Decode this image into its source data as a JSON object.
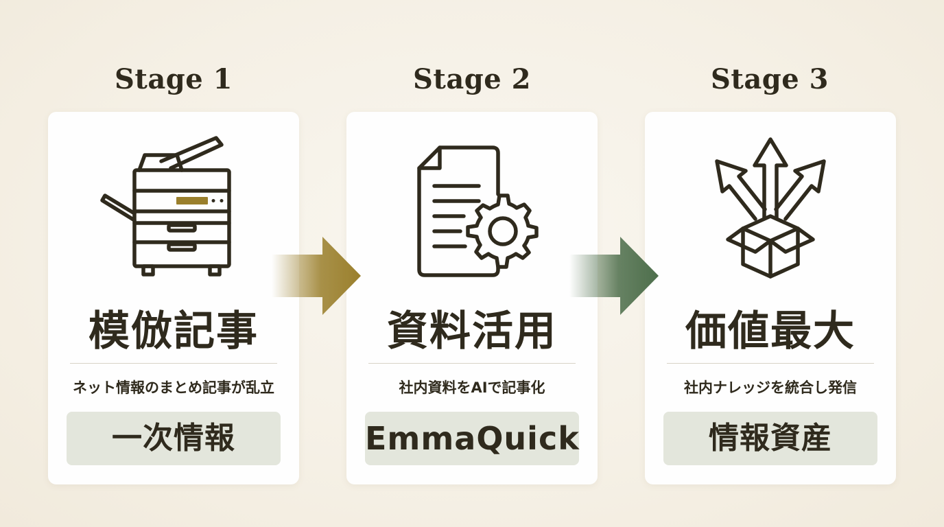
{
  "stages": [
    {
      "label": "Stage 1",
      "icon": "copier-icon",
      "heading": "模倣記事",
      "description": "ネット情報のまとめ記事が乱立",
      "badge": "一次情報"
    },
    {
      "label": "Stage 2",
      "icon": "document-gear-icon",
      "heading": "資料活用",
      "description": "社内資料をAIで記事化",
      "badge": "EmmaQuick"
    },
    {
      "label": "Stage 3",
      "icon": "box-arrows-icon",
      "heading": "価値最大",
      "description": "社内ナレッジを統合し発信",
      "badge": "情報資産"
    }
  ],
  "colors": {
    "ink": "#2f2a1d",
    "arrow_1": "#9a7f2c",
    "arrow_2": "#4d6e4b",
    "badge_bg": "#e3e6dc",
    "copier_panel": "#9a7f2c"
  }
}
